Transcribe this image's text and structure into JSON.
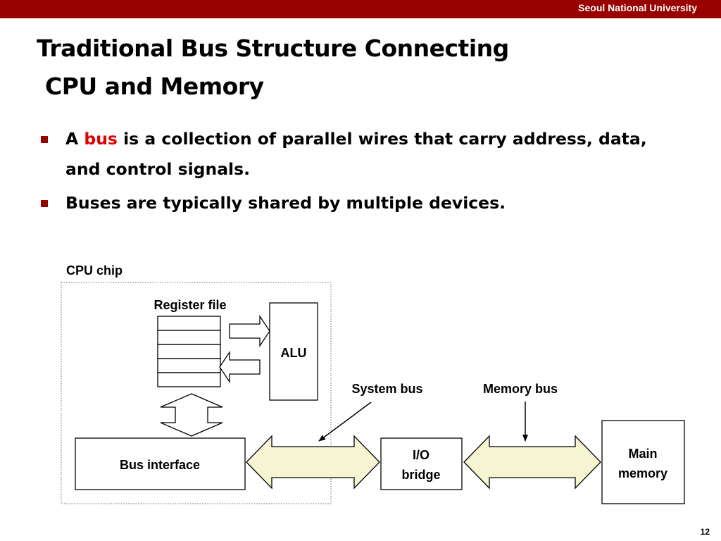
{
  "header": {
    "institution": "Seoul National University",
    "bar_color": "#990000"
  },
  "title": {
    "line1": "Traditional Bus Structure Connecting",
    "line2": "CPU and Memory"
  },
  "bullets": [
    {
      "pre": "A ",
      "highlight": "bus",
      "post": " is a collection of parallel wires that carry address, data, and control signals."
    },
    {
      "text": "Buses are typically shared by multiple devices."
    }
  ],
  "colors": {
    "highlight": "#e00000",
    "bus_fill": "#f5f5d2",
    "bullet_marker": "#990000"
  },
  "diagram": {
    "cpu_chip_label": "CPU chip",
    "register_file_label": "Register file",
    "register_count": 5,
    "alu_label": "ALU",
    "bus_interface_label": "Bus interface",
    "io_bridge_label": {
      "line1": "I/O",
      "line2": "bridge"
    },
    "main_memory_label": {
      "line1": "Main",
      "line2": "memory"
    },
    "system_bus_label": "System bus",
    "memory_bus_label": "Memory bus"
  },
  "footer": {
    "slide_number": "12"
  }
}
